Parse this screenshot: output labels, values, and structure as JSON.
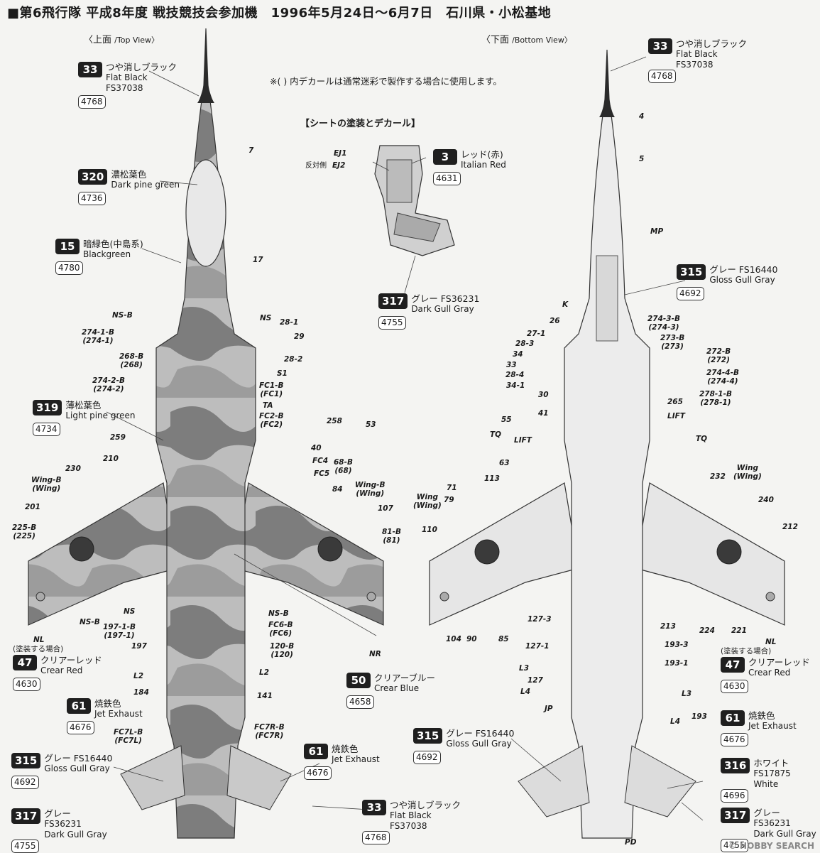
{
  "title": "■第6飛行隊 平成8年度 戦技競技会参加機　1996年5月24日〜6月7日　石川県・小松基地",
  "views": {
    "top": {
      "jp": "〈上面",
      "en": "/Top View〉"
    },
    "bottom": {
      "jp": "〈下面",
      "en": "/Bottom View〉"
    }
  },
  "note": "※( ) 内デカールは通常迷彩で製作する場合に使用します。",
  "seat_header": "【シートの塗装とデカール】",
  "seat_labels": {
    "ej1": "EJ1",
    "ej2_prefix": "反対側",
    "ej2": "EJ2"
  },
  "callouts": {
    "c33_top": {
      "code": "33",
      "jp": "つや消しブラック",
      "en": "Flat Black",
      "fs": "FS37038",
      "hm": "4768"
    },
    "c320": {
      "code": "320",
      "jp": "濃松葉色",
      "en": "Dark pine green",
      "fs": "",
      "hm": "4736"
    },
    "c15": {
      "code": "15",
      "jp": "暗緑色(中島系)",
      "en": "Blackgreen",
      "fs": "",
      "hm": "4780"
    },
    "c319": {
      "code": "319",
      "jp": "薄松葉色",
      "en": "Light pine green",
      "fs": "",
      "hm": "4734"
    },
    "c47_left": {
      "prefix": "(塗装する場合)",
      "code": "47",
      "jp": "クリアーレッド",
      "en": "Crear Red",
      "fs": "",
      "hm": "4630"
    },
    "c61_left": {
      "code": "61",
      "jp": "焼鉄色",
      "en": "Jet Exhaust",
      "fs": "",
      "hm": "4676"
    },
    "c315_left": {
      "code": "315",
      "jp": "グレー FS16440",
      "en": "Gloss Gull Gray",
      "fs": "",
      "hm": "4692"
    },
    "c317_left": {
      "code": "317",
      "jp": "グレー",
      "en": "FS36231",
      "fs": "Dark Gull Gray",
      "hm": "4755"
    },
    "c3_seat": {
      "code": "3",
      "jp": "レッド(赤)",
      "en": "Italian Red",
      "fs": "",
      "hm": "4631"
    },
    "c317_seat": {
      "code": "317",
      "jp": "グレー FS36231",
      "en": "Dark Gull Gray",
      "fs": "",
      "hm": "4755"
    },
    "c50": {
      "code": "50",
      "jp": "クリアーブルー",
      "en": "Crear Blue",
      "fs": "",
      "hm": "4658"
    },
    "c61_mid": {
      "code": "61",
      "jp": "焼鉄色",
      "en": "Jet Exhaust",
      "fs": "",
      "hm": "4676"
    },
    "c33_mid": {
      "code": "33",
      "jp": "つや消しブラック",
      "en": "Flat Black",
      "fs": "FS37038",
      "hm": "4768"
    },
    "c315_mid": {
      "code": "315",
      "jp": "グレー FS16440",
      "en": "Gloss Gull Gray",
      "fs": "",
      "hm": "4692"
    },
    "c33_right": {
      "code": "33",
      "jp": "つや消しブラック",
      "en": "Flat Black",
      "fs": "FS37038",
      "hm": "4768"
    },
    "c315_right": {
      "code": "315",
      "jp": "グレー FS16440",
      "en": "Gloss Gull Gray",
      "fs": "",
      "hm": "4692"
    },
    "c47_right": {
      "prefix": "(塗装する場合)",
      "code": "47",
      "jp": "クリアーレッド",
      "en": "Crear Red",
      "fs": "",
      "hm": "4630"
    },
    "c61_right": {
      "code": "61",
      "jp": "焼鉄色",
      "en": "Jet Exhaust",
      "fs": "",
      "hm": "4676"
    },
    "c316": {
      "code": "316",
      "jp": "ホワイト",
      "en": "FS17875",
      "fs": "White",
      "hm": "4696"
    },
    "c317_right": {
      "code": "317",
      "jp": "グレー",
      "en": "FS36231",
      "fs": "Dark Gull Gray",
      "hm": "4755"
    }
  },
  "top_labels": {
    "l7": "7",
    "l17": "17",
    "nsb": "NS-B",
    "ns": "NS",
    "l28_1": "28-1",
    "l29": "29",
    "l274_1b": "274-1-B",
    "l274_1": "(274-1)",
    "l268b": "268-B",
    "l268": "(268)",
    "l28_2": "28-2",
    "s1": "S1",
    "l274_2b": "274-2-B",
    "l274_2": "(274-2)",
    "fc1b": "FC1-B",
    "fc1": "(FC1)",
    "ta": "TA",
    "fc2b": "FC2-B",
    "fc2": "(FC2)",
    "l258": "258",
    "l53": "53",
    "l259": "259",
    "l210": "210",
    "l40": "40",
    "fc4": "FC4",
    "l68b": "68-B",
    "l68": "(68)",
    "fc5": "FC5",
    "l230": "230",
    "wingb": "Wing-B",
    "wing": "(Wing)",
    "l84": "84",
    "wingb_r": "Wing-B",
    "wing_r": "(Wing)",
    "l201": "201",
    "l107": "107",
    "l225b": "225-B",
    "l225": "(225)",
    "l81b": "81-B",
    "l81": "(81)",
    "nl": "NL",
    "ns2": "NS",
    "nsb2": "NS-B",
    "l197_1b": "197-1-B",
    "l197_1": "(197-1)",
    "l197": "197",
    "nsb3": "NS-B",
    "fc6b": "FC6-B",
    "fc6": "(FC6)",
    "l120b": "120-B",
    "l120": "(120)",
    "l2a": "L2",
    "l2b": "L2",
    "l184": "184",
    "l141": "141",
    "nr": "NR",
    "fc7lb": "FC7L-B",
    "fc7l": "(FC7L)",
    "fc7rb": "FC7R-B",
    "fc7r": "(FC7R)"
  },
  "bottom_labels": {
    "l4": "4",
    "l5": "5",
    "mp": "MP",
    "k": "K",
    "l26": "26",
    "l27_1": "27-1",
    "l28_3": "28-3",
    "l34": "34",
    "l33": "33",
    "l28_4": "28-4",
    "l34_1": "34-1",
    "l30": "30",
    "l41": "41",
    "l274_3b": "274-3-B",
    "l274_3": "(274-3)",
    "l273b": "273-B",
    "l273": "(273)",
    "l272b": "272-B",
    "l272": "(272)",
    "l274_4b": "274-4-B",
    "l274_4": "(274-4)",
    "l278_1b": "278-1-B",
    "l278_1": "(278-1)",
    "l265": "265",
    "lift_r": "LIFT",
    "l55": "55",
    "tq_l": "TQ",
    "lift_l": "LIFT",
    "tq_r": "TQ",
    "l63": "63",
    "l113": "113",
    "l232": "232",
    "wing_b_r": "Wing",
    "wing_b_r2": "(Wing)",
    "l240": "240",
    "l71": "71",
    "l79": "79",
    "wing_b_l": "Wing",
    "wing_b_l2": "(Wing)",
    "l110": "110",
    "l212": "212",
    "l127_3": "127-3",
    "l213": "213",
    "l193_3": "193-3",
    "l224": "224",
    "l221": "221",
    "nl": "NL",
    "l104": "104",
    "l90": "90",
    "l85": "85",
    "l127_1": "127-1",
    "l193_1": "193-1",
    "l3": "L3",
    "l127": "127",
    "l4b": "L4",
    "l3r": "L3",
    "jp": "JP",
    "l193": "193",
    "l4r": "L4",
    "pd": "PD"
  },
  "watermark": "© HOBBY SEARCH"
}
